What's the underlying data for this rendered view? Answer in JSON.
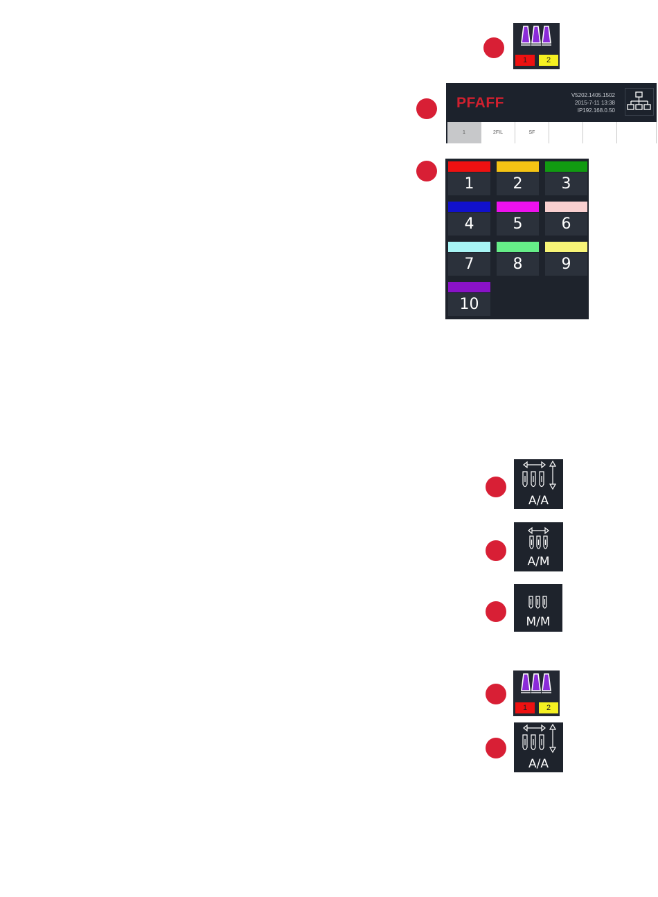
{
  "thread_icon": {
    "slots": [
      {
        "label": "1",
        "color": "#ee1111"
      },
      {
        "label": "2",
        "color": "#f5f021"
      }
    ],
    "spool_color": "#8b2bd9"
  },
  "header": {
    "brand": "PFAFF",
    "version": "V5202.1405.1502",
    "datetime": "2015-7-11  13:38",
    "ip": "IP192.168.0.50",
    "network_icon": "network-icon",
    "tabs": [
      {
        "label": "1",
        "active": true
      },
      {
        "label": "2FIL",
        "active": false
      },
      {
        "label": "SF",
        "active": false
      },
      {
        "label": "",
        "active": false
      },
      {
        "label": "",
        "active": false
      },
      {
        "label": "",
        "active": false
      }
    ]
  },
  "color_grid": {
    "items": [
      {
        "number": "1",
        "color": "#ee1111"
      },
      {
        "number": "2",
        "color": "#f5c414"
      },
      {
        "number": "3",
        "color": "#119a11"
      },
      {
        "number": "4",
        "color": "#1111cc"
      },
      {
        "number": "5",
        "color": "#ee11ee"
      },
      {
        "number": "6",
        "color": "#f9d0d0"
      },
      {
        "number": "7",
        "color": "#a8f5f5"
      },
      {
        "number": "8",
        "color": "#66ee88"
      },
      {
        "number": "9",
        "color": "#f8f577"
      },
      {
        "number": "10",
        "color": "#8a12c8"
      }
    ]
  },
  "modes": {
    "aa": {
      "label": "A/A"
    },
    "am": {
      "label": "A/M"
    },
    "mm": {
      "label": "M/M"
    }
  },
  "marker_color": "#d81f35"
}
